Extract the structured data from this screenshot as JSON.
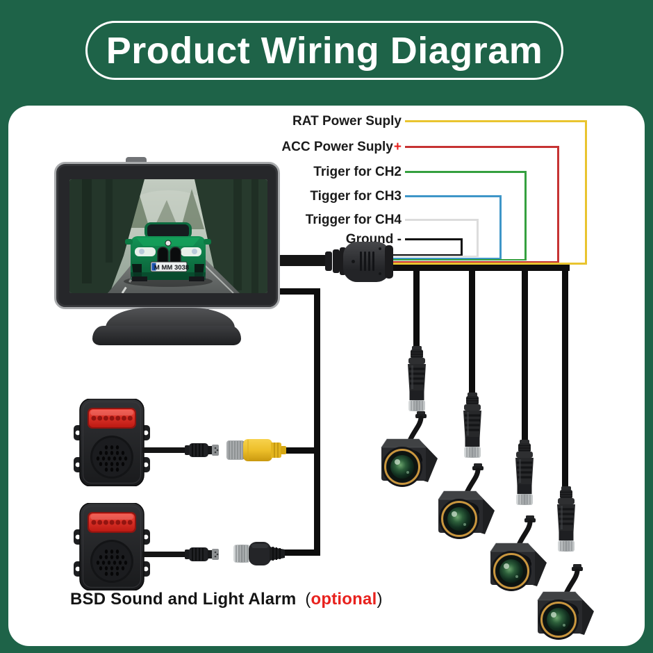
{
  "title": "Product Wiring Diagram",
  "colors": {
    "background_green": "#1E6348",
    "panel_white": "#FFFFFF",
    "accent_red": "#E8211D",
    "led_red": "#E23028",
    "lens_gold": "#C9973E"
  },
  "wires": {
    "items": [
      {
        "label": "RAT Power Suply",
        "color": "#E9C42F"
      },
      {
        "label": "ACC Power Suply",
        "suffix": "+",
        "color": "#C63333"
      },
      {
        "label": "Triger for CH2",
        "color": "#35A03F"
      },
      {
        "label": "Tigger for CH3",
        "color": "#3E96C8"
      },
      {
        "label": "Trigger for CH4",
        "color": "#DCDCDC"
      },
      {
        "label": "Ground -",
        "color": "#111111"
      }
    ]
  },
  "monitor": {
    "plate": "M MM 3038"
  },
  "caption": {
    "text": "BSD Sound and Light Alarm",
    "paren_open": "(",
    "highlight": "optional",
    "paren_close": ")"
  }
}
